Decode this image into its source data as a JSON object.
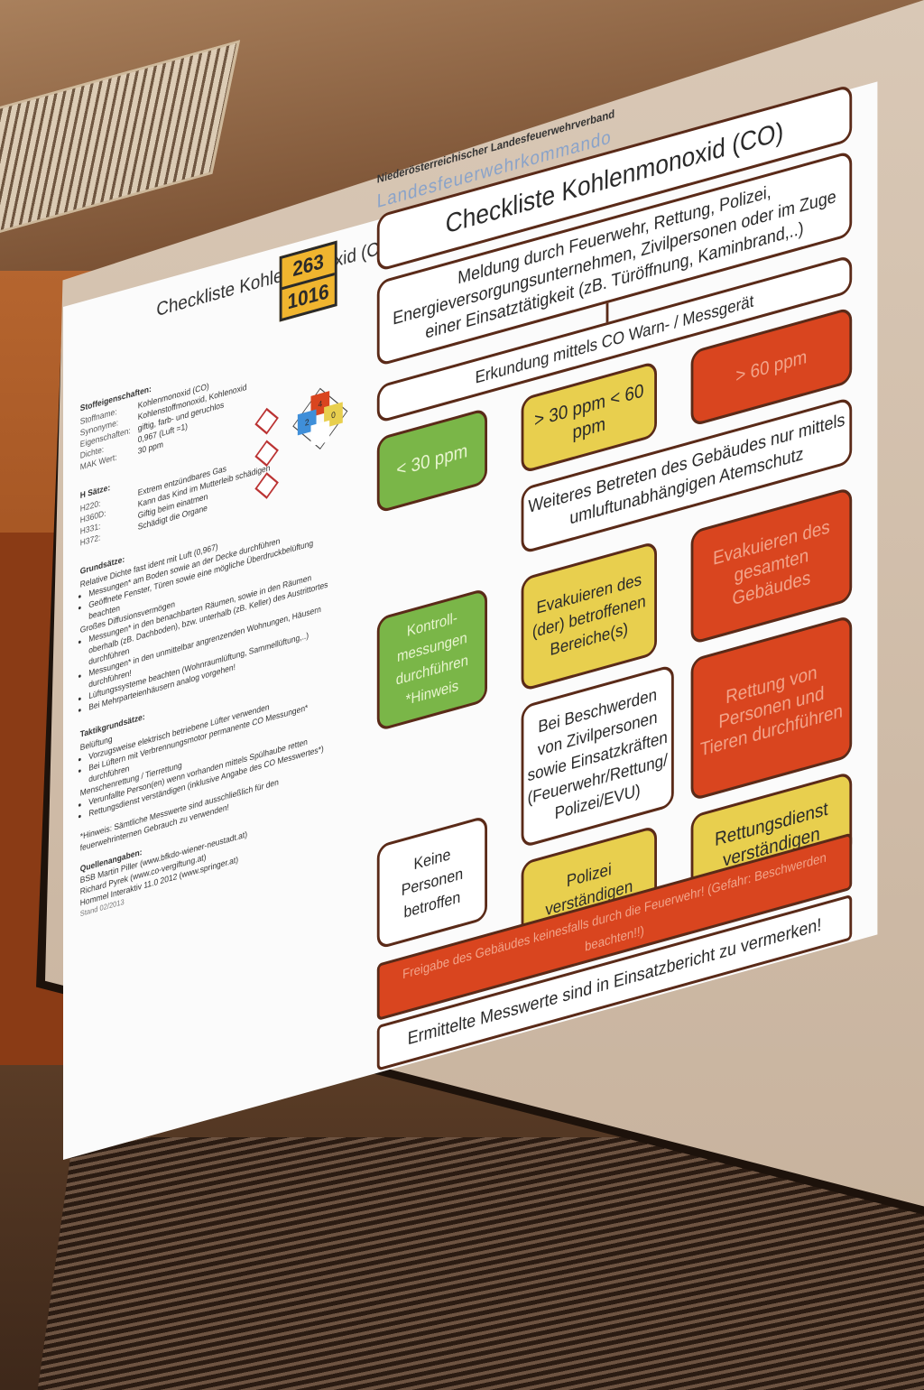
{
  "slide": {
    "left_title": "Checkliste Kohlenmonoxid (CO)",
    "un_top": "263",
    "un_bottom": "1016",
    "stoff_heading": "Stoffeigenschaften:",
    "props": [
      {
        "k": "Stoffname:",
        "v": "Kohlenmonoxid (CO)"
      },
      {
        "k": "Synonyme:",
        "v": "Kohlenstoffmonoxid, Kohlenoxid"
      },
      {
        "k": "Eigenschaften:",
        "v": "giftig, farb- und geruchlos"
      },
      {
        "k": "Dichte:",
        "v": "0,967 (Luft =1)"
      },
      {
        "k": "MAK Wert:",
        "v": "30 ppm"
      }
    ],
    "h_heading": "H Sätze:",
    "h_items": [
      {
        "k": "H220:",
        "v": "Extrem entzündbares Gas"
      },
      {
        "k": "H360D:",
        "v": "Kann das Kind im Mutterleib schädigen"
      },
      {
        "k": "H331:",
        "v": "Giftig beim einatmen"
      },
      {
        "k": "H372:",
        "v": "Schädigt die Organe"
      }
    ],
    "nfpa": [
      "4",
      "2",
      "0",
      ""
    ],
    "grund_heading": "Grundsätze:",
    "grund_items": [
      "Relative Dichte fast ident mit Luft (0,967)",
      "Messungen* am Boden sowie an der Decke durchführen",
      "Geöffnete Fenster, Türen sowie eine mögliche Überdruckbelüftung beachten",
      "Großes Diffusionsvermögen",
      "Messungen* in den benachbarten Räumen, sowie in den Räumen oberhalb (zB. Dachboden), bzw. unterhalb (zB. Keller) des Austrittortes durchführen",
      "Messungen* in den unmittelbar angrenzenden Wohnungen, Häusern durchführen!",
      "Lüftungssysteme beachten (Wohnraumlüftung, Sammellüftung,..)",
      "Bei Mehrparteienhäusern analog vorgehen!"
    ],
    "taktik_heading": "Taktikgrundsätze:",
    "taktik_items": [
      "Belüftung",
      "Vorzugsweise elektrisch betriebene Lüfter verwenden",
      "Bei Lüftern mit Verbrennungsmotor permanente CO Messungen* durchführen",
      "Menschenrettung / Tierrettung",
      "Verunfallte Person(en) wenn vorhanden mittels Spülhaube retten",
      "Rettungsdienst verständigen (inklusive Angabe des CO Messwertes*)"
    ],
    "hinweis": "*Hinweis: Sämtliche Messwerte sind ausschließlich für den feuerwehrinternen Gebrauch zu verwenden!",
    "quellen_label": "Quellenangaben:",
    "quellen": [
      "BSB Martin Piller (www.bfkdo-wiener-neustadt.at)",
      "Richard Pyrek (www.co-vergiftung.at)",
      "Hommel Interaktiv 11.0 2012 (www.springer.at)"
    ],
    "stand": "Stand 02/2013",
    "org_top": "Niederösterreichischer Landesfeuerwehrverband",
    "org_sub": "Landesfeuerwehrkommando",
    "flow": {
      "title": "Checkliste Kohlenmonoxid (CO)",
      "meldung": "Meldung durch Feuerwehr, Rettung, Polizei, Energieversorgungsunternehmen, Zivilpersonen oder im Zuge einer Einsatztätigkeit (zB. Türöffnung, Kaminbrand,..)",
      "erkundung": "Erkundung mittels CO Warn- / Messgerät",
      "lt30": "< 30 ppm",
      "mid": "> 30 ppm < 60 ppm",
      "gt60": "> 60 ppm",
      "weiteres": "Weiteres Betreten des Gebäudes nur mittels umluftunabhängigen Atemschutz",
      "kontroll": "Kontroll-messungen durchführen *Hinweis",
      "evak_teil": "Evakuieren des (der) betroffenen Bereiche(s)",
      "evak_ges": "Evakuieren des gesamten Gebäudes",
      "beschwerden": "Bei Beschwerden von Zivilpersonen sowie Einsatzkräften (Feuerwehr/Rettung/ Polizei/EVU)",
      "rettung_pers": "Rettung von Personen und Tieren durchführen",
      "keine": "Keine Personen betroffen",
      "polizei": "Polizei verständigen",
      "rettungsdienst": "Rettungsdienst verständigen",
      "freigabe": "Freigabe des Gebäudes keinesfalls durch die Feuerwehr! (Gefahr: Beschwerden beachten!!)",
      "ermittelte": "Ermittelte Messwerte sind in Einsatzbericht zu vermerken!"
    }
  }
}
